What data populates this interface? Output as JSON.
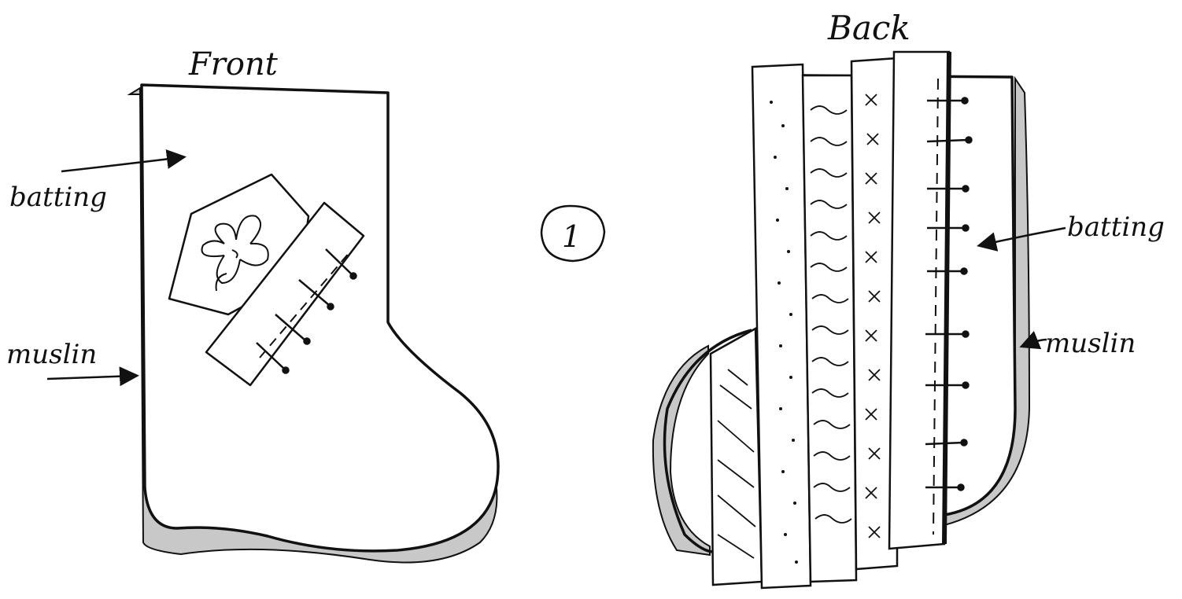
{
  "labels": {
    "front": "Front",
    "back": "Back",
    "step_number": "1",
    "front_batting": "batting",
    "front_muslin": "muslin",
    "back_batting": "batting",
    "back_muslin": "muslin"
  },
  "colors": {
    "ink": "#111111",
    "muslin_gray": "#c8c8c8",
    "paper": "#ffffff"
  }
}
